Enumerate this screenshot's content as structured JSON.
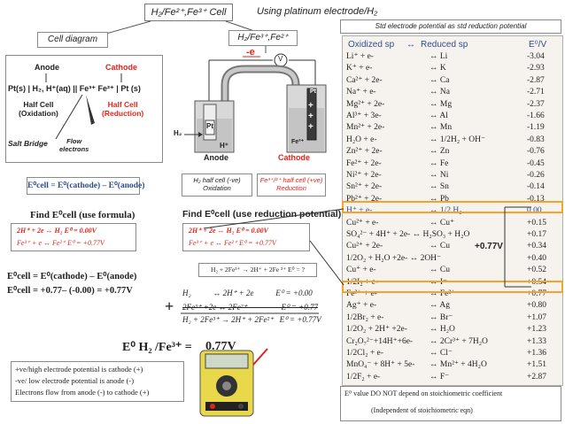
{
  "header": {
    "title": "H₂/Fe²⁺,Fe³⁺ Cell",
    "subtitle": "Using platinum electrode/H₂"
  },
  "diagram": {
    "cell_diagram_label": "Cell diagram",
    "cell_label_right": "H₂/Fe³⁺,Fe²⁺",
    "anode": "Anode",
    "cathode": "Cathode",
    "cell_notation": "Pt(s) | H₂, H⁺(aq) || Fe³⁺  Fe²⁺ | Pt (s)",
    "half_left": "Half Cell\n(Oxidation)",
    "half_right": "Half Cell\n(Reduction)",
    "salt_bridge": "Salt Bridge",
    "flow": "Flow\nelectrons",
    "electron": "-e",
    "voltmeter": "V",
    "h2_label": "H₂",
    "pt_left": "Pt",
    "pt_right": "Pt",
    "hplus": "H⁺",
    "fe3": "Fe³⁺",
    "anode2": "Anode",
    "cathode2": "Cathode",
    "plus_signs": [
      "+",
      "+",
      "+"
    ]
  },
  "formula_box": "E⁰cell = E⁰(cathode) – E⁰(anode)",
  "half_cells": {
    "h2": "H₂ half cell (-ve)\nOxidation",
    "fe": "Fe³⁺/²⁺ half cell (+ve)\nReduction"
  },
  "find_formula": "Find E⁰cell (use formula)",
  "find_reduction": "Find E⁰cell (use reduction potential)",
  "eq_box_left": {
    "line1": "2H⁺  + 2e  ↔  H₂    E⁰ = 0.00V",
    "line2": "Fe³⁺  + e   ↔  Fe²⁺   E⁰ = +0.77V"
  },
  "eq_box_right": {
    "line1": "2H⁺   + 2e  ↔  H₂     E⁰ = 0.00V",
    "line2": "Fe³⁺  + e   ↔  Fe²⁺   E⁰ = +0.77V"
  },
  "overall_box": "H₂ + 2Fe³⁺ → 2H⁺ + 2Fe ²⁺   E⁰ = ?",
  "calc": {
    "line1": "E⁰cell = E⁰(cathode) – E⁰(anode)",
    "line2": "E⁰cell = +0.77– (-0.00) = +0.77V"
  },
  "sum": {
    "line1": "H₂           ↔ 2H⁺ + 2e           E⁰ = +0.00",
    "line2": "2Fe³⁺ +2e ↔ 2Fe²⁺                 E⁰ = +0.77",
    "line3": "H₂ + 2Fe³⁺ → 2H⁺ + 2Fe²⁺   E⁰ = +0.77V",
    "plus": "+"
  },
  "result": {
    "label": "E⁰ H₂ /Fe³⁺ =",
    "value": "0.77V"
  },
  "notes": [
    "+ve/high electrode potential is cathode (+)",
    "-ve/ low electrode potential is anode (-)",
    "Electrons flow from anode (-) to cathode (+)"
  ],
  "table": {
    "title": "Std electrode potential as std reduction potential",
    "header": {
      "ox": "Oxidized sp",
      "arrow": "↔",
      "red": "Reduced sp",
      "e": "E⁰/V"
    },
    "rows": [
      {
        "ox": "Li⁺   + e-",
        "red": "↔  Li",
        "e": "-3.04"
      },
      {
        "ox": "K⁺    + e-",
        "red": "↔  K",
        "e": "-2.93"
      },
      {
        "ox": "Ca²⁺  + 2e-",
        "red": "↔  Ca",
        "e": "-2.87"
      },
      {
        "ox": "Na⁺   + e-",
        "red": "↔  Na",
        "e": "-2.71"
      },
      {
        "ox": "Mg²⁺ + 2e-",
        "red": "↔  Mg",
        "e": "-2.37"
      },
      {
        "ox": "Al³⁺  + 3e-",
        "red": "↔  Al",
        "e": "-1.66"
      },
      {
        "ox": "Mn²⁺ + 2e-",
        "red": "↔  Mn",
        "e": "-1.19"
      },
      {
        "ox": "H₂O  + e-",
        "red": "↔ 1/2H₂ + OH⁻",
        "e": "-0.83"
      },
      {
        "ox": "Zn²⁺  + 2e-",
        "red": "↔  Zn",
        "e": "-0.76"
      },
      {
        "ox": "Fe²⁺  + 2e-",
        "red": "↔  Fe",
        "e": "-0.45"
      },
      {
        "ox": "Ni²⁺  + 2e-",
        "red": "↔  Ni",
        "e": "-0.26"
      },
      {
        "ox": "Sn²⁺  + 2e-",
        "red": "↔  Sn",
        "e": "-0.14"
      },
      {
        "ox": "Pb²⁺  + 2e-",
        "red": "↔  Pb",
        "e": "-0.13"
      },
      {
        "ox": "H⁺    + e-",
        "red": "↔  1/2 H₂",
        "e": "0.00"
      },
      {
        "ox": "Cu²⁺  + e-",
        "red": "↔  Cu⁺",
        "e": "+0.15"
      },
      {
        "ox": "SO₄²⁻ + 4H⁺ + 2e- ↔ H₂SO₃ + H₂O",
        "red": "",
        "e": "+0.17"
      },
      {
        "ox": "Cu²⁺  + 2e-",
        "red": "↔  Cu",
        "e": "+0.34"
      },
      {
        "ox": "1/2O₂ + H₂O +2e- ↔ 2OH⁻",
        "red": "",
        "e": "+0.40"
      },
      {
        "ox": "Cu⁺   + e-",
        "red": "↔  Cu",
        "e": "+0.52"
      },
      {
        "ox": "1/2I₂  + e-",
        "red": "↔  I⁻",
        "e": "+0.54"
      },
      {
        "ox": "Fe³⁺  + e-",
        "red": "↔  Fe²⁺",
        "e": "+0.77"
      },
      {
        "ox": "Ag⁺   + e-",
        "red": "↔  Ag",
        "e": "+0.80"
      },
      {
        "ox": "1/2Br₂ + e-",
        "red": "↔  Br⁻",
        "e": "+1.07"
      },
      {
        "ox": "1/2O₂ + 2H⁺ +2e-",
        "red": "↔  H₂O",
        "e": "+1.23"
      },
      {
        "ox": "Cr₂O₇²⁻+14H⁺+6e-",
        "red": "↔ 2Cr³⁺ + 7H₂O",
        "e": "+1.33"
      },
      {
        "ox": "1/2Cl₂  + e-",
        "red": "↔  Cl⁻",
        "e": "+1.36"
      },
      {
        "ox": "MnO₄⁻ + 8H⁺ + 5e-",
        "red": "↔ Mn²⁺ + 4H₂O",
        "e": "+1.51"
      },
      {
        "ox": "1/2F₂   + e-",
        "red": "↔  F⁻",
        "e": "+2.87"
      }
    ],
    "cell_voltage": "+0.77V",
    "footer1": "E⁰ value DO NOT depend on stoichiometric coefficient",
    "footer2": "(Independent of stoichiometric eqn)"
  },
  "colors": {
    "accent_red": "#e0241b",
    "highlight_orange": "#f4a42a",
    "table_blue": "#2e4f8f",
    "table_bg": "#f6f3ee"
  }
}
